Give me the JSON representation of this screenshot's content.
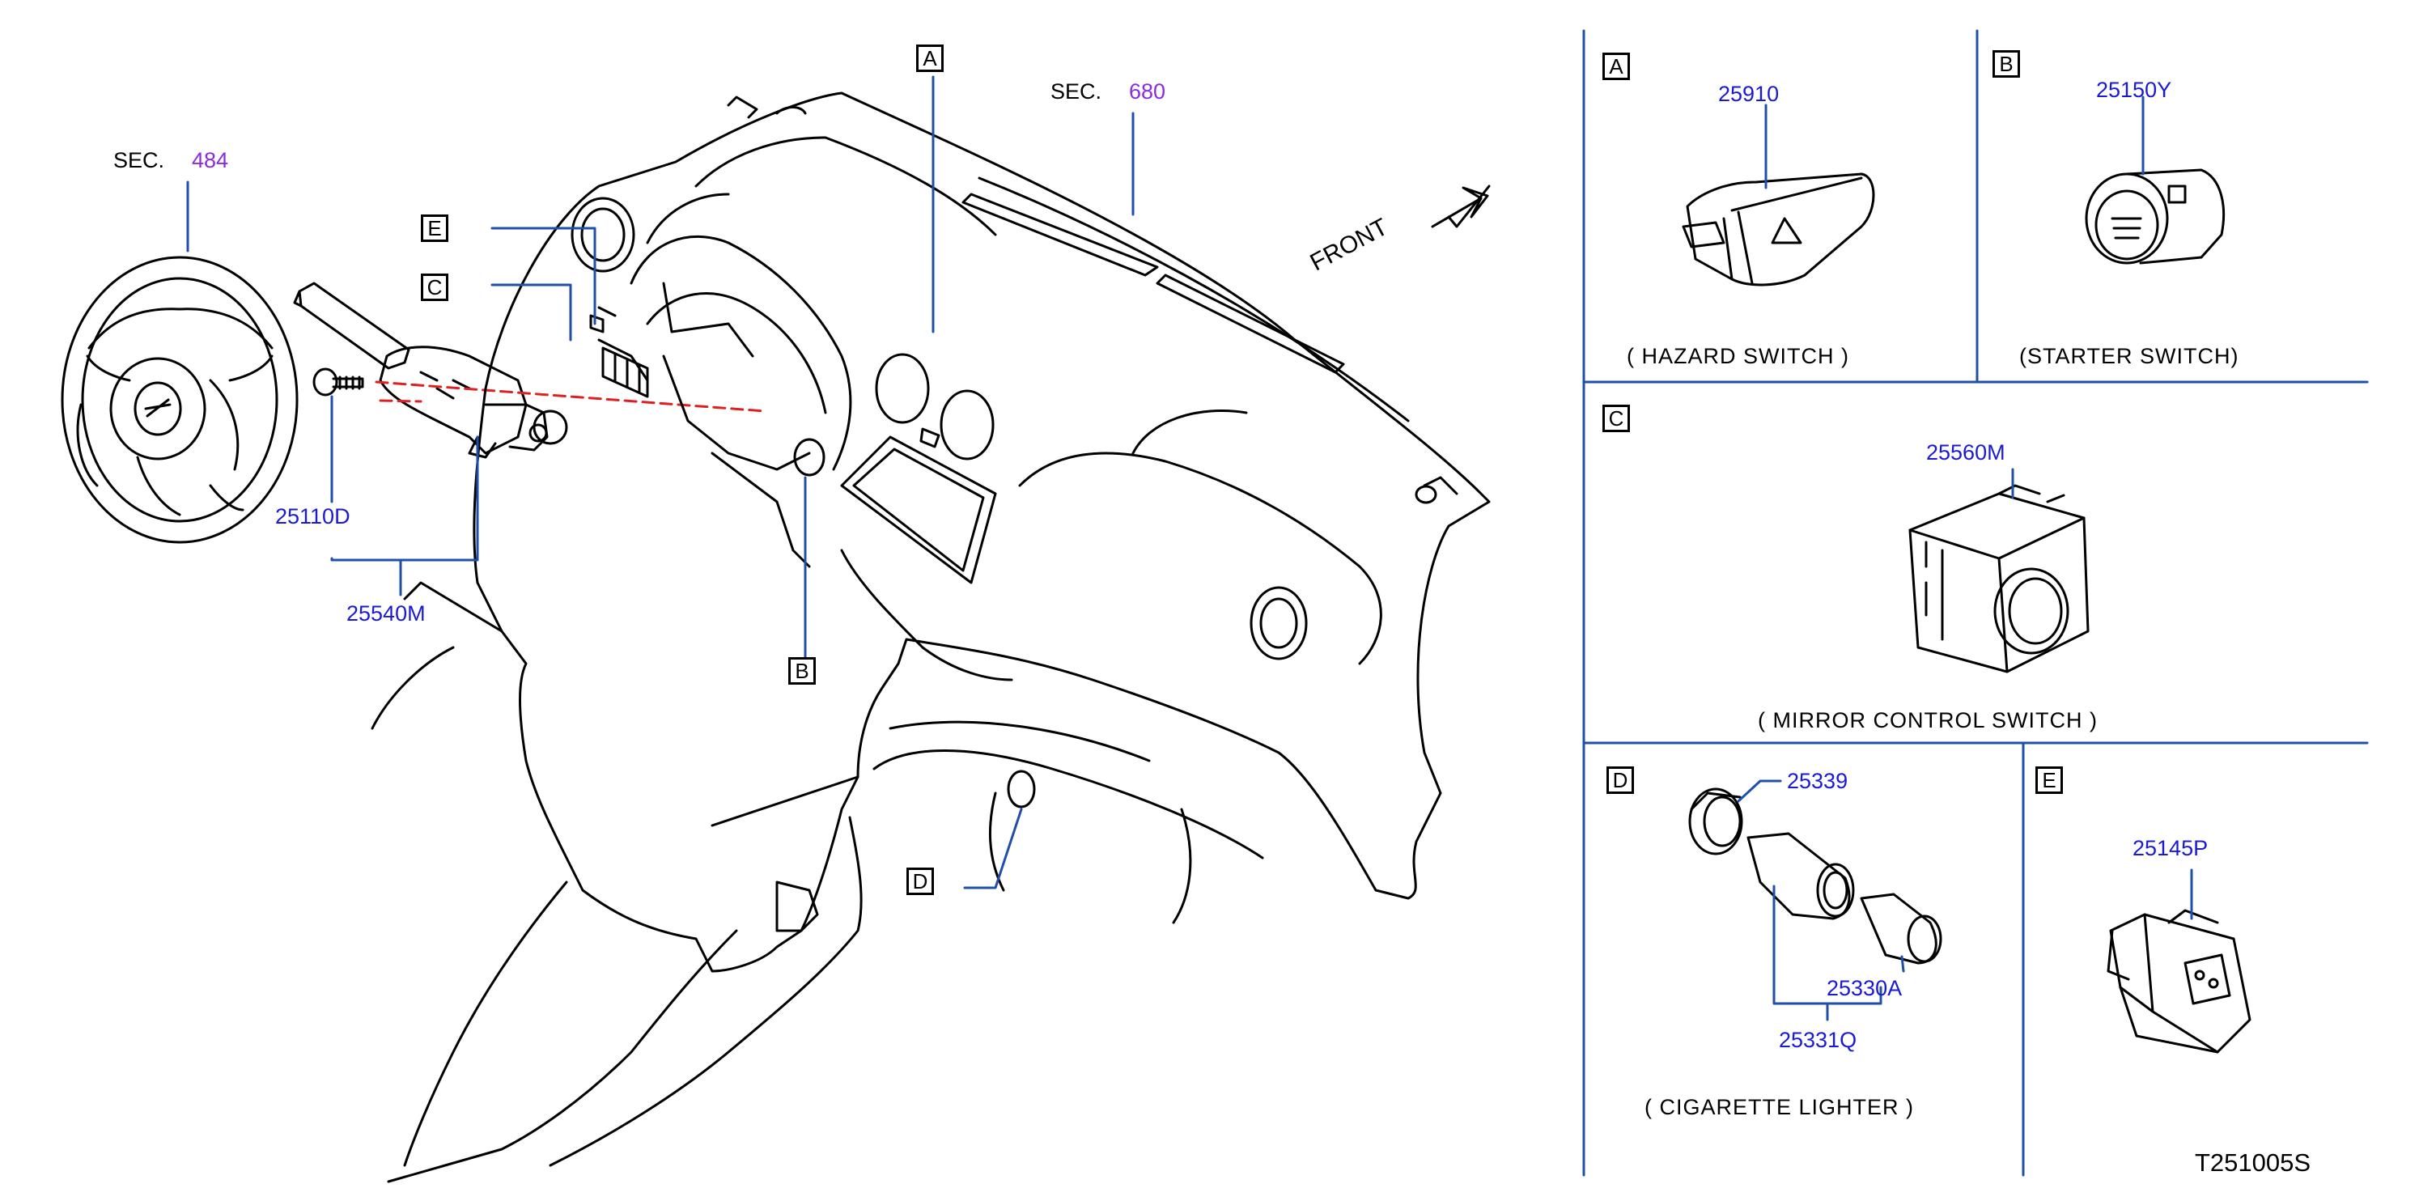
{
  "colors": {
    "leader": "#1f4fa8",
    "part_number": "#1a1ad6",
    "section_number": "#8a2be2",
    "outline": "#000000",
    "guide": "#e02020"
  },
  "main": {
    "sec_steering": {
      "prefix": "SEC.",
      "number": "484"
    },
    "sec_dash": {
      "prefix": "SEC.",
      "number": "680"
    },
    "front_label": "FRONT",
    "parts": {
      "bolt": "25110D",
      "combination_switch": "25540M"
    },
    "callouts": {
      "a": "A",
      "b": "B",
      "c": "C",
      "d": "D",
      "e": "E"
    }
  },
  "panels": {
    "a": {
      "letter": "A",
      "part": "25910",
      "caption": "( HAZARD   SWITCH )"
    },
    "b": {
      "letter": "B",
      "part": "25150Y",
      "caption": "(STARTER   SWITCH)"
    },
    "c": {
      "letter": "C",
      "part": "25560M",
      "caption": "( MIRROR   CONTROL   SWITCH )"
    },
    "d": {
      "letter": "D",
      "parts": {
        "ring": "25339",
        "knob": "25330A",
        "assembly": "25331Q"
      },
      "caption": "( CIGARETTE   LIGHTER )"
    },
    "e": {
      "letter": "E",
      "part": "25145P"
    }
  },
  "diagram_id": "T251005S"
}
